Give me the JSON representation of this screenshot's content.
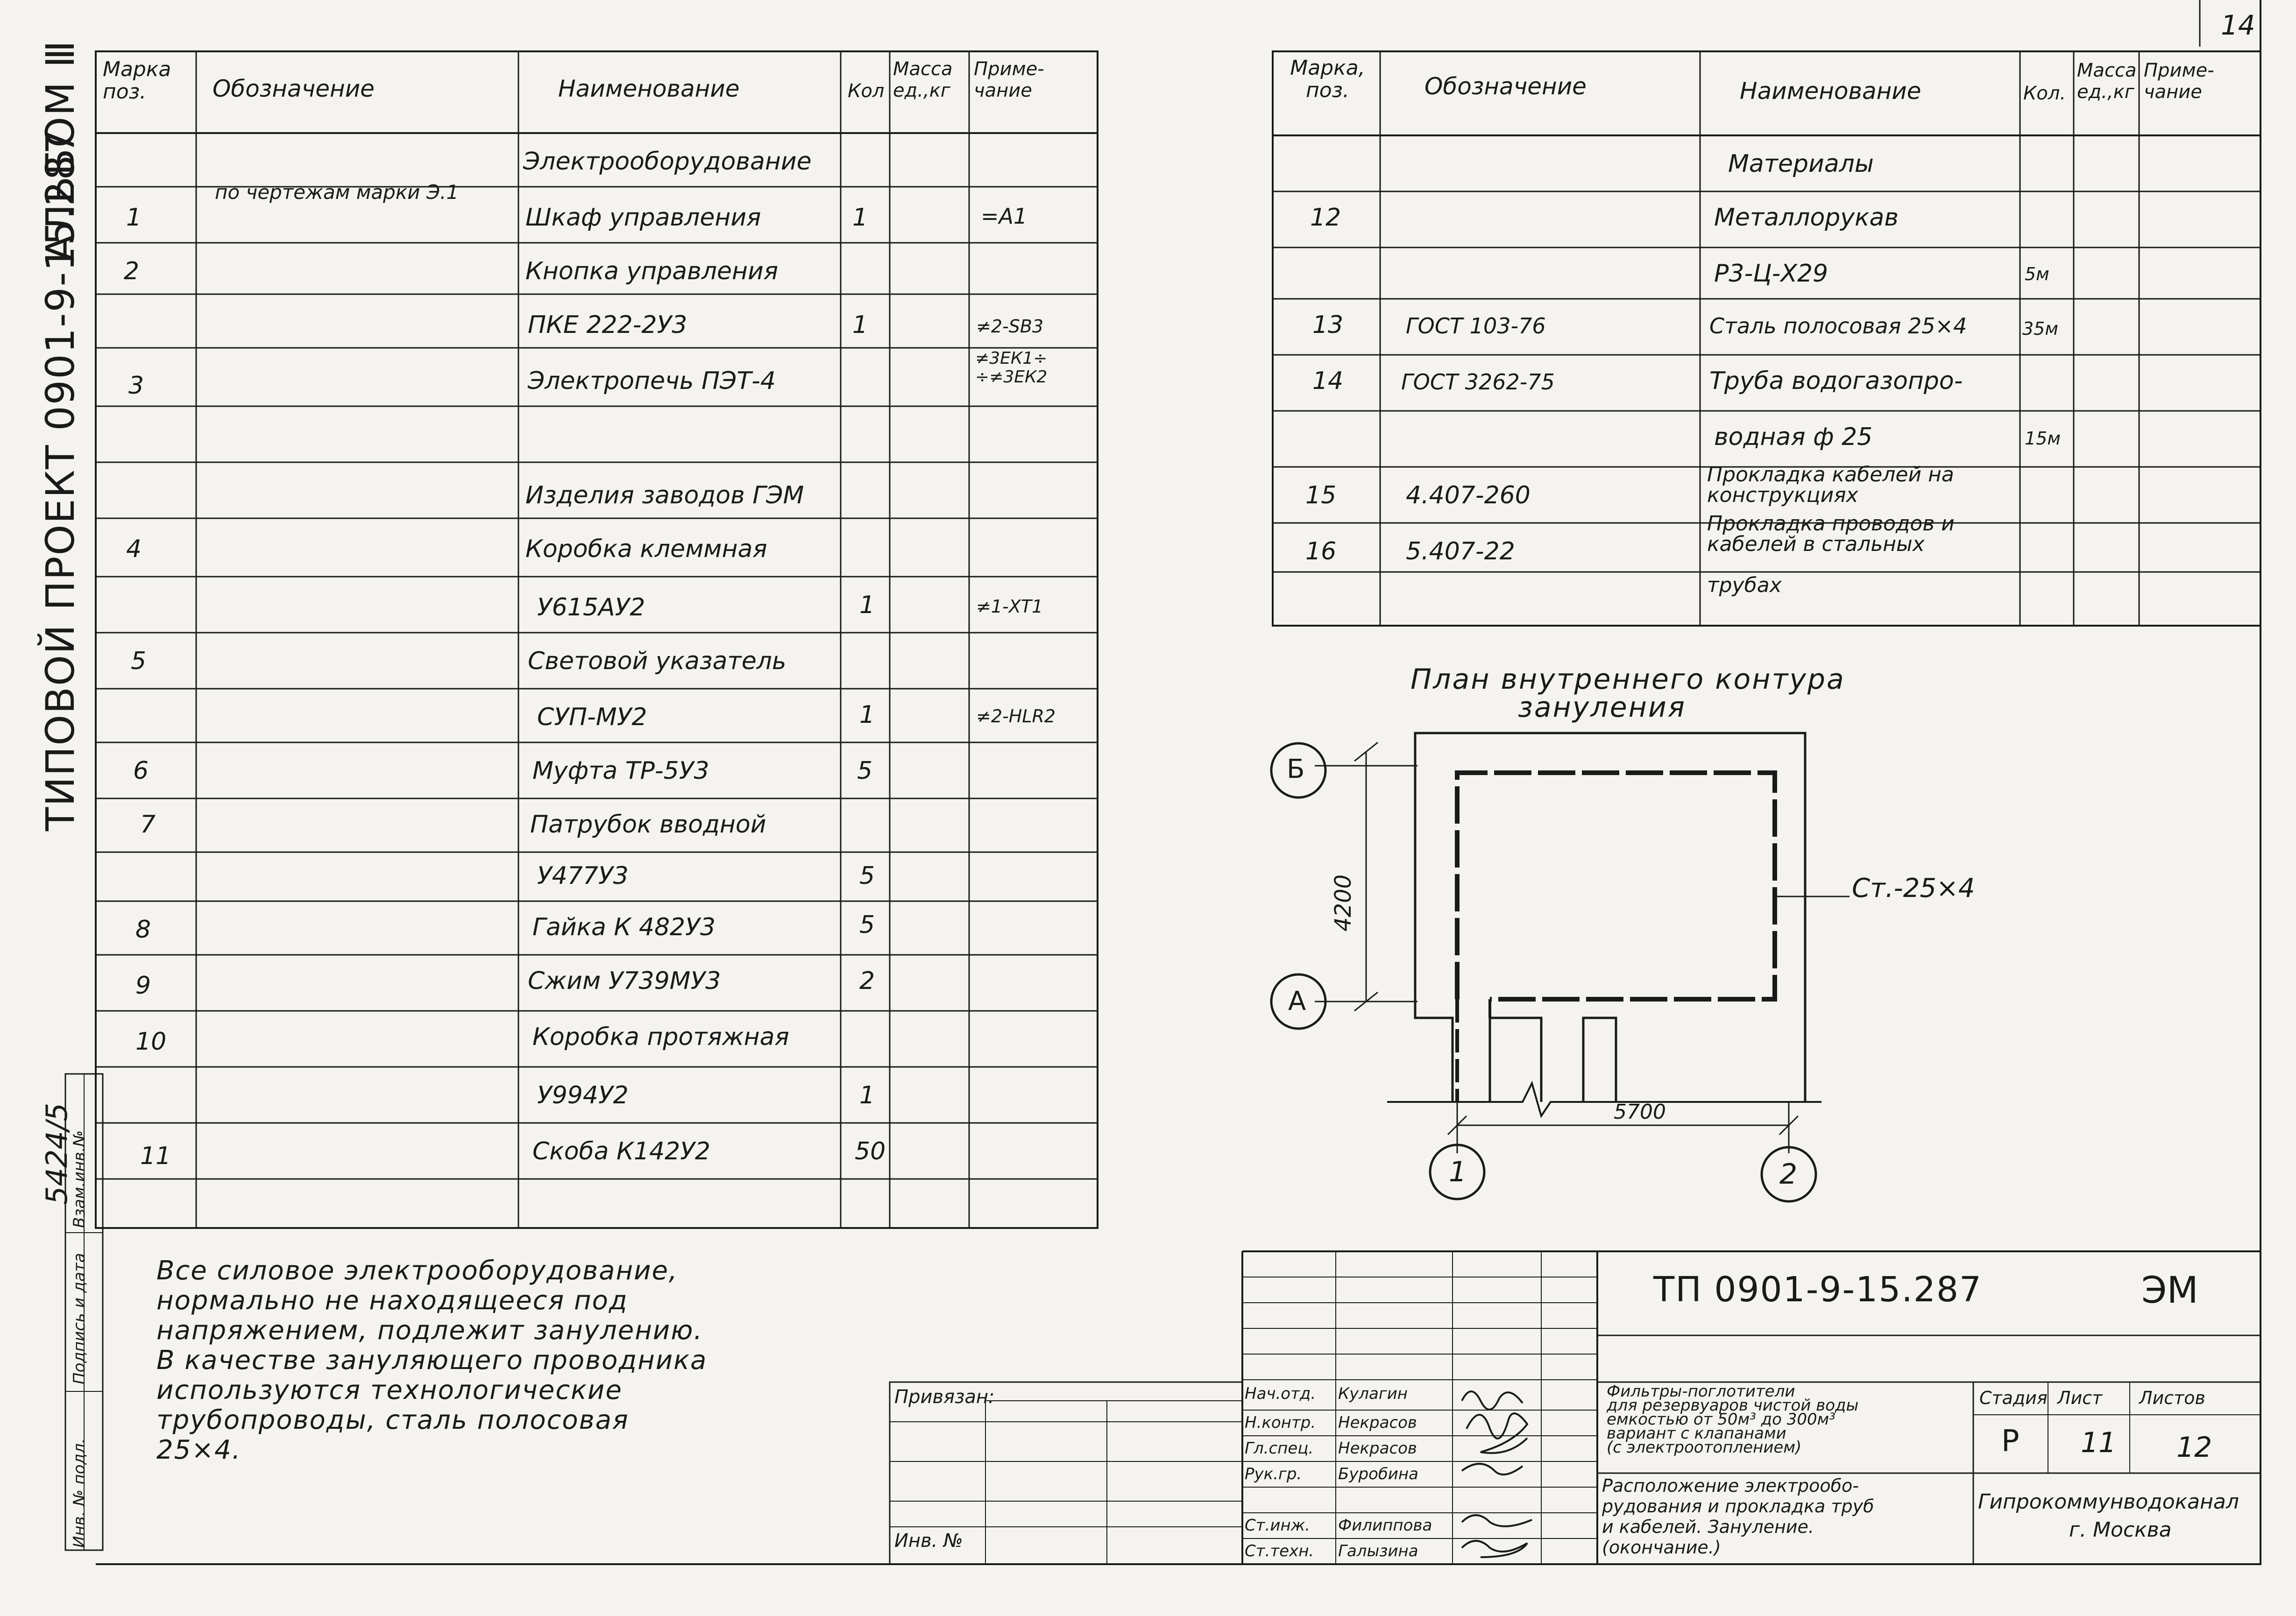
{
  "sheet_corner_number": "14",
  "margin_vertical": {
    "project": "ТИПОВОЙ ПРОЕКТ 0901-9-15.287",
    "album": "АЛЬБОМ Ⅲ"
  },
  "margin_stamp": {
    "inv_podl": "Инв. № подл.",
    "podpis_data": "Подпись и дата",
    "vzam_inv": "Взам.инв.№",
    "stamp_number": "5424/5"
  },
  "left_table": {
    "headers": {
      "marka": "Марка поз.",
      "oboznachenie": "Обозначение",
      "naimenovanie": "Наименование",
      "kol": "Кол",
      "massa": "Масса ед.,кг",
      "primechanie": "Приме- чание"
    },
    "rows": [
      {
        "marka": "",
        "oboz": "",
        "naim": "Электрооборудование",
        "kol": "",
        "prim": ""
      },
      {
        "marka": "1",
        "oboz": "по чертежам марки Э.1",
        "naim": "Шкаф управления",
        "kol": "1",
        "prim": "=А1"
      },
      {
        "marka": "2",
        "oboz": "",
        "naim": "Кнопка управления",
        "kol": "",
        "prim": ""
      },
      {
        "marka": "",
        "oboz": "",
        "naim": "ПКЕ 222-2У3",
        "kol": "1",
        "prim": "≠2-SB3"
      },
      {
        "marka": "3",
        "oboz": "",
        "naim": "Электропечь ПЭТ-4",
        "kol": "",
        "prim": "≠3ЕК1÷ ÷≠3ЕК2"
      },
      {
        "marka": "",
        "oboz": "",
        "naim": "",
        "kol": "",
        "prim": ""
      },
      {
        "marka": "",
        "oboz": "",
        "naim": "Изделия заводов ГЭМ",
        "kol": "",
        "prim": ""
      },
      {
        "marka": "4",
        "oboz": "",
        "naim": "Коробка клеммная",
        "kol": "",
        "prim": ""
      },
      {
        "marka": "",
        "oboz": "",
        "naim": "У615АУ2",
        "kol": "1",
        "prim": "≠1-ХТ1"
      },
      {
        "marka": "5",
        "oboz": "",
        "naim": "Световой указатель",
        "kol": "",
        "prim": ""
      },
      {
        "marka": "",
        "oboz": "",
        "naim": "СУП-МУ2",
        "kol": "1",
        "prim": "≠2-HLR2"
      },
      {
        "marka": "6",
        "oboz": "",
        "naim": "Муфта ТР-5У3",
        "kol": "5",
        "prim": ""
      },
      {
        "marka": "7",
        "oboz": "",
        "naim": "Патрубок вводной",
        "kol": "",
        "prim": ""
      },
      {
        "marka": "",
        "oboz": "",
        "naim": "У477У3",
        "kol": "5",
        "prim": ""
      },
      {
        "marka": "8",
        "oboz": "",
        "naim": "Гайка К 482У3",
        "kol": "5",
        "prim": ""
      },
      {
        "marka": "9",
        "oboz": "",
        "naim": "Сжим У739МУ3",
        "kol": "2",
        "prim": ""
      },
      {
        "marka": "10",
        "oboz": "",
        "naim": "Коробка протяжная",
        "kol": "",
        "prim": ""
      },
      {
        "marka": "",
        "oboz": "",
        "naim": "У994У2",
        "kol": "1",
        "prim": ""
      },
      {
        "marka": "11",
        "oboz": "",
        "naim": "Скоба К142У2",
        "kol": "50",
        "prim": ""
      },
      {
        "marka": "",
        "oboz": "",
        "naim": "",
        "kol": "",
        "prim": ""
      }
    ]
  },
  "right_table": {
    "headers": {
      "marka": "Марка, поз.",
      "oboznachenie": "Обозначение",
      "naimenovanie": "Наименование",
      "kol": "Кол.",
      "massa": "Масса ед.,кг",
      "primechanie": "Приме- чание"
    },
    "rows": [
      {
        "marka": "",
        "oboz": "",
        "naim": "Материалы",
        "kol": ""
      },
      {
        "marka": "12",
        "oboz": "",
        "naim": "Металлорукав",
        "kol": ""
      },
      {
        "marka": "",
        "oboz": "",
        "naim": "Р3-Ц-Х29",
        "kol": "5м"
      },
      {
        "marka": "13",
        "oboz": "ГОСТ 103-76",
        "naim": "Сталь полосовая 25×4",
        "kol": "35м"
      },
      {
        "marka": "14",
        "oboz": "ГОСТ 3262-75",
        "naim": "Труба водогазопро-",
        "kol": ""
      },
      {
        "marka": "",
        "oboz": "",
        "naim": "водная ф 25",
        "kol": "15м"
      },
      {
        "marka": "15",
        "oboz": "4.407-260",
        "naim": "Прокладка кабелей на конструкциях",
        "kol": ""
      },
      {
        "marka": "16",
        "oboz": "5.407-22",
        "naim": "Прокладка проводов и кабелей в стальных",
        "kol": ""
      },
      {
        "marka": "",
        "oboz": "",
        "naim": "трубах",
        "kol": ""
      }
    ]
  },
  "plan": {
    "title_line1": "План внутреннего контура",
    "title_line2": "зануления",
    "axis_b": "Б",
    "axis_a": "А",
    "axis_1": "1",
    "axis_2": "2",
    "dim_vertical": "4200",
    "dim_horizontal": "5700",
    "conductor_label": "Ст.-25×4"
  },
  "note": {
    "lines": [
      "Все силовое электрооборудование,",
      "нормально не находящееся под",
      "напряжением, подлежит занулению.",
      "В качестве зануляющего проводника",
      "используются технологические",
      "трубопроводы, сталь полосовая",
      "25×4."
    ]
  },
  "privyazan": {
    "label": "Привязан:",
    "inv": "Инв. №"
  },
  "title_block": {
    "code": "ТП 0901-9-15.287",
    "mark": "ЭМ",
    "roles": [
      {
        "role": "Нач.отд.",
        "name": "Кулагин"
      },
      {
        "role": "Н.контр.",
        "name": "Некрасов"
      },
      {
        "role": "Гл.спец.",
        "name": "Некрасов"
      },
      {
        "role": "Рук.гр.",
        "name": "Буробина"
      },
      {
        "role": "Ст.инж.",
        "name": "Филиппова"
      },
      {
        "role": "Ст.техн.",
        "name": "Галызина"
      }
    ],
    "description1": [
      "Фильтры-поглотители",
      "для резервуаров чистой воды",
      "емкостью от 50м³ до 300м³",
      "вариант с клапанами",
      "(с электроотоплением)"
    ],
    "description2": [
      "Расположение электрообо-",
      "рудования и прокладка труб",
      "и кабелей. Зануление.",
      "(окончание.)"
    ],
    "stadia_label": "Стадия",
    "list_label": "Лист",
    "listov_label": "Листов",
    "stadia": "Р",
    "list": "11",
    "listov": "12",
    "org": "Гипрокоммунводоканал",
    "city": "г. Москва"
  }
}
